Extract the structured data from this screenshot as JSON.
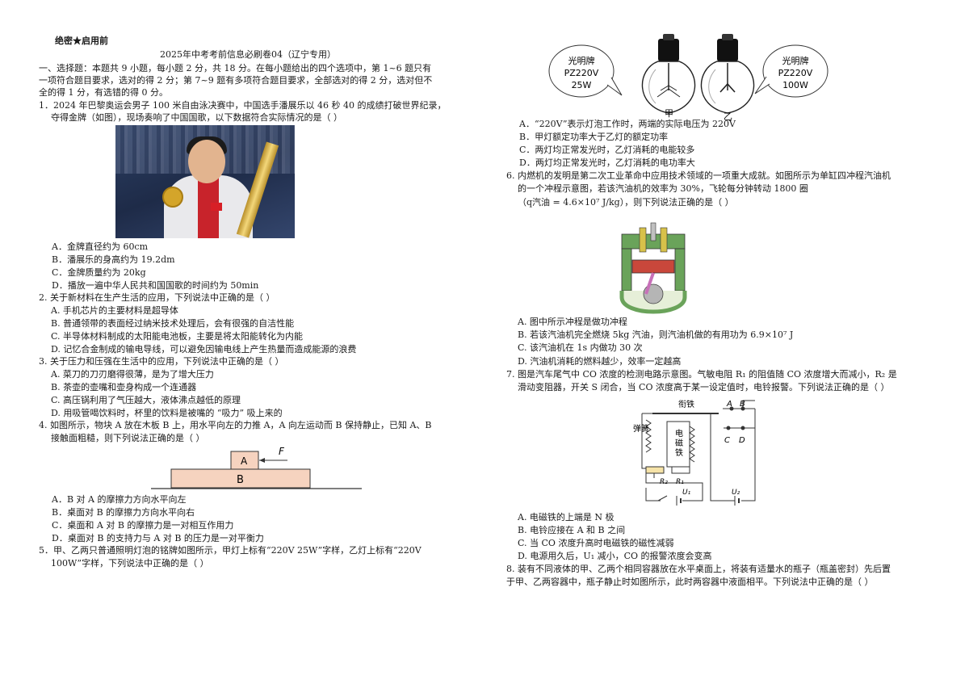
{
  "header": {
    "secret": "绝密★启用前",
    "title": "2025年中考考前信息必刷卷04（辽宁专用）"
  },
  "section1": {
    "line1": "一、选择题：本题共 9 小题，每小题 2 分，共 18 分。在每小题给出的四个选项中，第 1~6 题只有",
    "line2": "一项符合题目要求，选对的得 2 分；第 7~9 题有多项符合题目要求，全部选对的得 2 分，选对但不",
    "line3": "全的得 1 分，有选错的得 0 分。"
  },
  "q1": {
    "line1": "1．2024 年巴黎奥运会男子 100 米自由泳决赛中，中国选手潘展乐以 46 秒 40 的成绩打破世界纪录，",
    "line2": "夺得金牌（如图），现场奏响了中国国歌，以下数据符合实际情况的是（        ）",
    "options": [
      "A．金牌直径约为 60cm",
      "B．潘展乐的身高约为 19.2dm",
      "C．金牌质量约为 20kg",
      "D．播放一遍中华人民共和国国歌的时间约为 50min"
    ]
  },
  "q2": {
    "stem": "2. 关于新材料在生产生活的应用，下列说法中正确的是（        ）",
    "options": [
      "A. 手机芯片的主要材料是超导体",
      "B. 普通领带的表面经过纳米技术处理后，会有很强的自洁性能",
      "C. 半导体材料制成的太阳能电池板，主要是将太阳能转化为内能",
      "D. 记忆合金制成的输电导线，可以避免因输电线上产生热量而造成能源的浪费"
    ]
  },
  "q3": {
    "stem": "3. 关于压力和压强在生活中的应用，下列说法中正确的是（        ）",
    "options": [
      "A. 菜刀的刀刃磨得很薄，是为了增大压力",
      "B. 茶壶的壶嘴和壶身构成一个连通器",
      "C. 高压锅利用了气压越大，液体沸点越低的原理",
      "D. 用吸管喝饮料时，杯里的饮料是被嘴的 “吸力” 吸上来的"
    ]
  },
  "q4": {
    "line1": "4. 如图所示，物块 A 放在木板 B 上，用水平向左的力推 A，A 向左运动而 B 保持静止，已知 A、B",
    "line2": "接触面粗糙，则下列说法正确的是（        ）",
    "fig": {
      "label_a": "A",
      "label_b": "B",
      "label_f": "F"
    },
    "options": [
      "A．B 对 A 的摩擦力方向水平向左",
      "B．桌面对 B 的摩擦力方向水平向右",
      "C．桌面和 A 对 B 的摩擦力是一对相互作用力",
      "D．桌面对 B 的支持力与 A 对 B 的压力是一对平衡力"
    ]
  },
  "q5": {
    "line1": "5．甲、乙两只普通照明灯泡的铭牌如图所示，甲灯上标有“220V    25W”字样，乙灯上标有“220V",
    "line2": "100W”字样，下列说法中正确的是（        ）",
    "fig": {
      "bubble_left": [
        "光明牌",
        "PZ220V",
        "25W"
      ],
      "bubble_right": [
        "光明牌",
        "PZ220V",
        "100W"
      ],
      "label_jia": "甲",
      "label_yi": "乙"
    },
    "options": [
      "A．“220V”表示灯泡工作时，两端的实际电压为 220V",
      "B．甲灯额定功率大于乙灯的额定功率",
      "C．两灯均正常发光时，乙灯消耗的电能较多",
      "D．两灯均正常发光时，乙灯消耗的电功率大"
    ]
  },
  "q6": {
    "line1": "6. 内燃机的发明是第二次工业革命中应用技术领域的一项重大成就。如图所示为单缸四冲程汽油机",
    "line2": "的一个冲程示意图，若该汽油机的效率为 30%，飞轮每分钟转动 1800 圈",
    "line3": "（q汽油 = 4.6×10⁷ J/kg），则下列说法正确的是（        ）",
    "options": [
      "A. 图中所示冲程是做功冲程",
      "B. 若该汽油机完全燃烧 5kg 汽油，则汽油机做的有用功为 6.9×10⁷ J",
      "C. 该汽油机在 1s 内做功 30 次",
      "D. 汽油机消耗的燃料越少，效率一定越高"
    ]
  },
  "q7": {
    "line1": "7. 图是汽车尾气中 CO 浓度的检测电路示意图。气敏电阻 R₁ 的阻值随 CO 浓度增大而减小，R₂ 是",
    "line2": "滑动变阻器，开关 S 闭合，当 CO 浓度高于某一设定值时，电铃报警。下列说法正确的是（        ）",
    "fig": {
      "armature": "衔铁",
      "spring": "弹簧",
      "electromagnet": [
        "电",
        "磁",
        "铁"
      ],
      "a": "A",
      "b": "B",
      "c": "C",
      "d": "D",
      "r2": "R₂",
      "r1": "R₁",
      "u1": "U₁",
      "u2": "U₂"
    },
    "options": [
      "A. 电磁铁的上端是 N 极",
      "B. 电铃应接在 A 和 B 之间",
      "C. 当 CO 浓度升高时电磁铁的磁性减弱",
      "D. 电源用久后，U₁ 减小，CO 的报警浓度会变高"
    ]
  },
  "q8": {
    "line1": "8. 装有不同液体的甲、乙两个相同容器放在水平桌面上，将装有适量水的瓶子（瓶盖密封）先后置",
    "line2": "于甲、乙两容器中，瓶子静止时如图所示，此时两容器中液面相平。下列说法中正确的是（        ）"
  }
}
